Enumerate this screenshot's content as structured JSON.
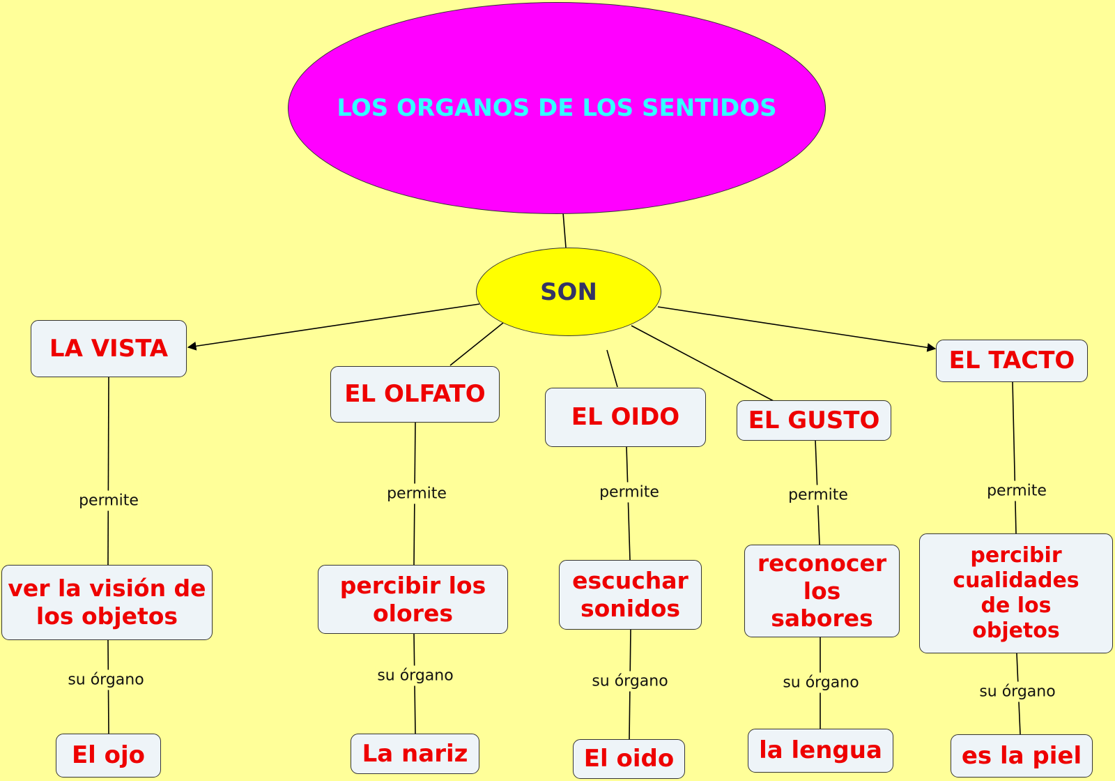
{
  "diagram": {
    "title": "LOS ORGANOS DE LOS SENTIDOS",
    "hub": "SON",
    "link_permite": "permite",
    "link_organo": "su órgano",
    "colors": {
      "background": "#ffff99",
      "title_fill": "#ff00ff",
      "title_text": "#33ffff",
      "hub_fill": "#ffff00",
      "hub_text": "#333366",
      "box_fill": "#eef4f8",
      "box_text": "#ee0000"
    },
    "senses": [
      {
        "name": "LA VISTA",
        "ability": "ver la visión de los objetos",
        "organ": "El ojo"
      },
      {
        "name": "EL OLFATO",
        "ability": "percibir los olores",
        "organ": "La nariz"
      },
      {
        "name": "EL OIDO",
        "ability": "escuchar sonidos",
        "organ": "El oido"
      },
      {
        "name": "EL GUSTO",
        "ability": "reconocer los sabores",
        "organ": "la lengua"
      },
      {
        "name": "EL TACTO",
        "ability": "percibir cualidades de los objetos",
        "organ": "es la piel"
      }
    ]
  }
}
